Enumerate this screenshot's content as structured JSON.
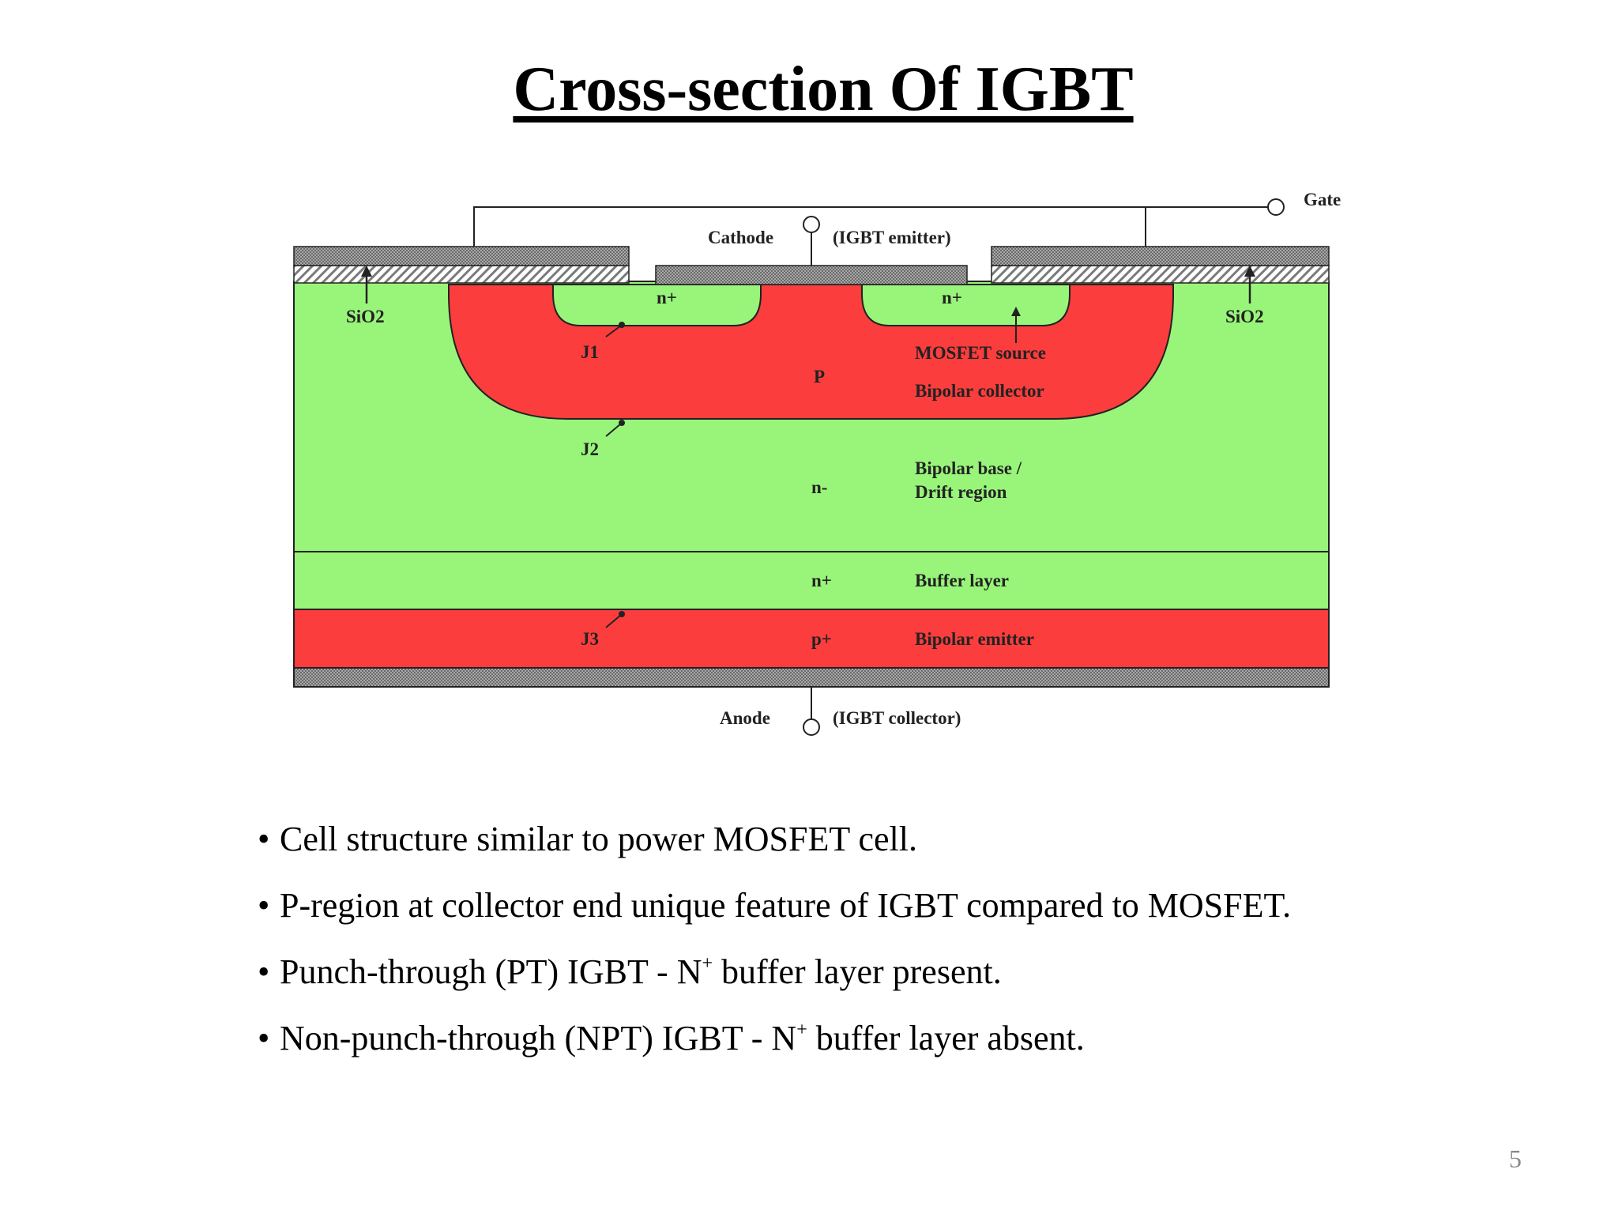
{
  "slide": {
    "title": "Cross-section Of IGBT",
    "page_number": "5"
  },
  "diagram": {
    "labels": {
      "gate": "Gate",
      "cathode": "Cathode",
      "igbt_emitter": "(IGBT emitter)",
      "sio2_left": "SiO2",
      "sio2_right": "SiO2",
      "n_plus_left": "n+",
      "n_plus_right": "n+",
      "j1": "J1",
      "j2": "J2",
      "j3": "J3",
      "p": "P",
      "mosfet_source": "MOSFET source",
      "bipolar_collector": "Bipolar collector",
      "n_minus": "n-",
      "bipolar_base": "Bipolar base /",
      "drift_region": "Drift region",
      "n_plus_buffer": "n+",
      "buffer_layer": "Buffer layer",
      "p_plus": "p+",
      "bipolar_emitter": "Bipolar emitter",
      "anode": "Anode",
      "igbt_collector": "(IGBT collector)"
    },
    "colors": {
      "n_region": "#99f57a",
      "p_region": "#fb3d3d",
      "metal": "#9b9b9b",
      "oxide": "#dcdcdc"
    }
  },
  "bullets": [
    {
      "bullet": "•",
      "text": "Cell structure similar to power MOSFET  cell."
    },
    {
      "bullet": "•",
      "text": "P-region at collector  end unique feature of IGBT compared to  MOSFET."
    },
    {
      "bullet": "•",
      "pre": "Punch-through (PT) IGBT - N",
      "sup": "+",
      "post": " buffer layer present."
    },
    {
      "bullet": "•",
      "pre": "Non-punch-through (NPT) IGBT - N",
      "sup": "+",
      "post": " buffer layer absent."
    }
  ]
}
